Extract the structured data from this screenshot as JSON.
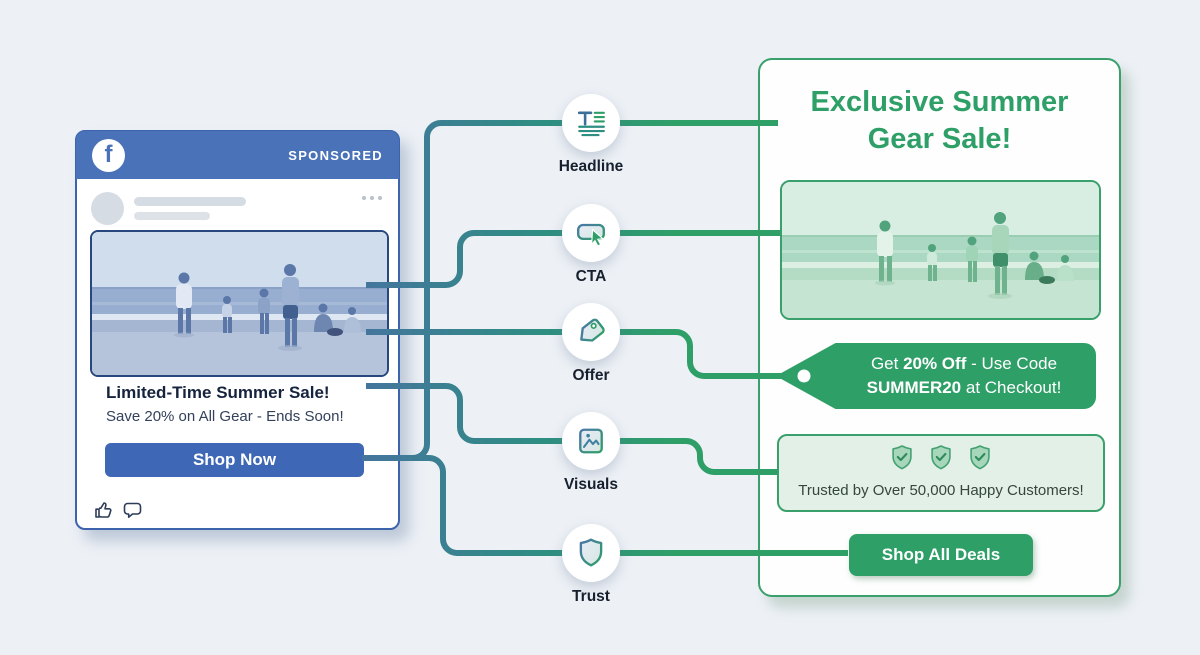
{
  "colors": {
    "page_bg": "#edf1f6",
    "fb_header_blue": "#4a72b8",
    "fb_button_blue": "#3e68b5",
    "card_border_blue": "#3d63ad",
    "wire_blue": "#46749f",
    "wire_teal": "#2e8e82",
    "accent_green": "#2f9f68",
    "mint_panel": "#e3f0e8",
    "dark_text": "#17202e"
  },
  "fb_ad": {
    "brand_icon": "facebook-logo",
    "brand_letter": "f",
    "sponsored_label": "SPONSORED",
    "headline": "Limited-Time Summer Sale!",
    "subtext": "Save 20% on All Gear - Ends Soon!",
    "cta_label": "Shop Now"
  },
  "map_icons": [
    {
      "icon": "text-headline-icon",
      "label": "Headline"
    },
    {
      "icon": "button-cursor-icon",
      "label": "CTA"
    },
    {
      "icon": "price-tag-icon",
      "label": "Offer"
    },
    {
      "icon": "picture-icon",
      "label": "Visuals"
    },
    {
      "icon": "shield-icon",
      "label": "Trust"
    }
  ],
  "landing": {
    "title_line1": "Exclusive Summer",
    "title_line2": "Gear Sale!",
    "offer": {
      "line1_pre": "Get ",
      "line1_bold": "20% Off",
      "line1_post": " - Use Code",
      "line2_bold": "SUMMER20",
      "line2_post": " at Checkout!"
    },
    "trust_text": "Trusted by Over 50,000 Happy Customers!",
    "cta_label": "Shop All Deals"
  }
}
